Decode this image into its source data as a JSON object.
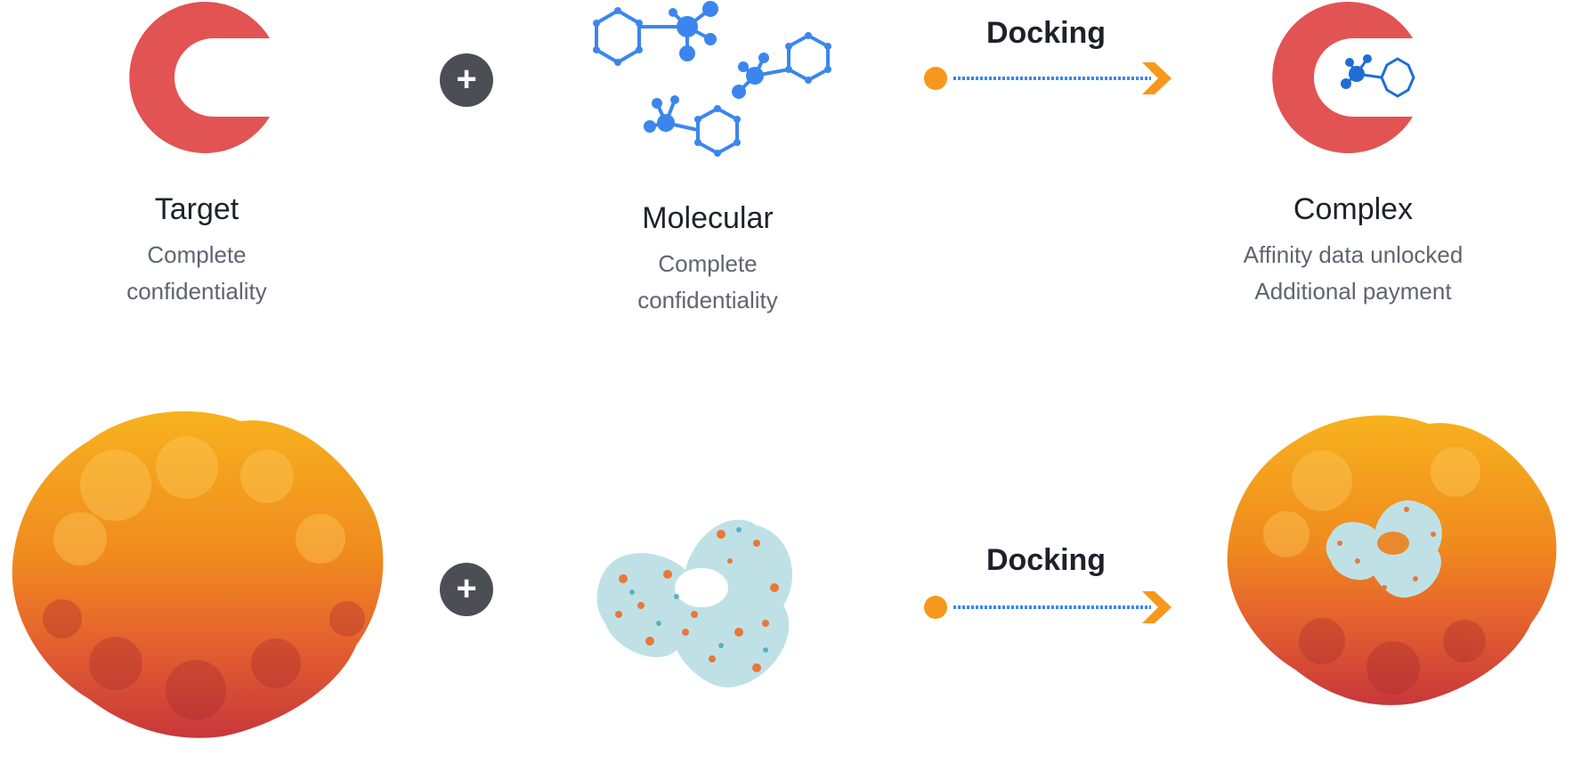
{
  "colors": {
    "target_red": "#e25353",
    "molecule_blue": "#3b86ee",
    "complex_ligand_blue": "#1f6dd6",
    "arrow_orange": "#f7981d",
    "operator_gray": "#4b4e55"
  },
  "top_row": {
    "target": {
      "title": "Target",
      "subtitle_line1": "Complete",
      "subtitle_line2": "confidentiality",
      "icon": "target-c-shape-icon"
    },
    "operator": {
      "label": "+",
      "icon": "plus-icon"
    },
    "molecular": {
      "title": "Molecular",
      "subtitle_line1": "Complete",
      "subtitle_line2": "confidentiality",
      "icon": "molecule-structure-icon"
    },
    "docking": {
      "label": "Docking",
      "icon": "docking-arrow-icon"
    },
    "complex": {
      "title": "Complex",
      "subtitle_line1": "Affinity data unlocked",
      "subtitle_line2": "Additional payment",
      "icon": "complex-bound-icon"
    }
  },
  "bottom_row": {
    "target_render": {
      "icon": "protein-surface-render"
    },
    "operator": {
      "label": "+",
      "icon": "plus-icon"
    },
    "ligand_render": {
      "icon": "ligand-surface-render"
    },
    "docking": {
      "label": "Docking",
      "icon": "docking-arrow-icon"
    },
    "complex_render": {
      "icon": "protein-ligand-complex-render"
    }
  }
}
